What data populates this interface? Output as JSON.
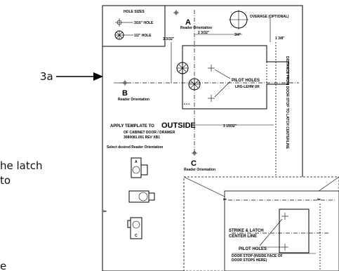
{
  "callout": {
    "label": "3a"
  },
  "side_text": {
    "line1": "he latch",
    "line2": "to",
    "line3": "e"
  },
  "template": {
    "hole_sizes_title": "HOLE SIZES",
    "hole_small": "3/16\" HOLE",
    "hole_large": "1/2\" HOLE",
    "point_a": "A",
    "point_b": "B",
    "point_c": "C",
    "reader_orientation": "Reader Orientation",
    "overage": "OVERAGE (OPTIONAL)",
    "dim_2_3_32": "2 3/32\"",
    "dim_3_4": "3/4\"",
    "dim_1_3_8": "1 3/8\"",
    "dim_3_3_32": "3 3/32\"",
    "dim_3_15_32": "3 15/32\"",
    "pilot_holes": "PILOT HOLES",
    "lrg_label": "LRG-LEHM UK",
    "apply_line1": "APPLY TEMPLATE TO",
    "apply_outside": "OUTSIDE",
    "apply_line2": "OF CABINET DOOR / DRAWER",
    "part_number": "3080081.001 REV XB1",
    "select_orientation": "Select desired Reader Orientation",
    "vertical_note": "DISTANCE FROM DOOR STOP TO LATCH CENTERLINE"
  },
  "inset": {
    "strike_latch": "STRIKE & LATCH",
    "center_line": "CENTER LINE",
    "pilot_holes": "PILOT HOLES",
    "door_stop_1": "DOOR STOP (INSIDE FACE OF",
    "door_stop_2": "DOOR STOPS HERE)"
  }
}
